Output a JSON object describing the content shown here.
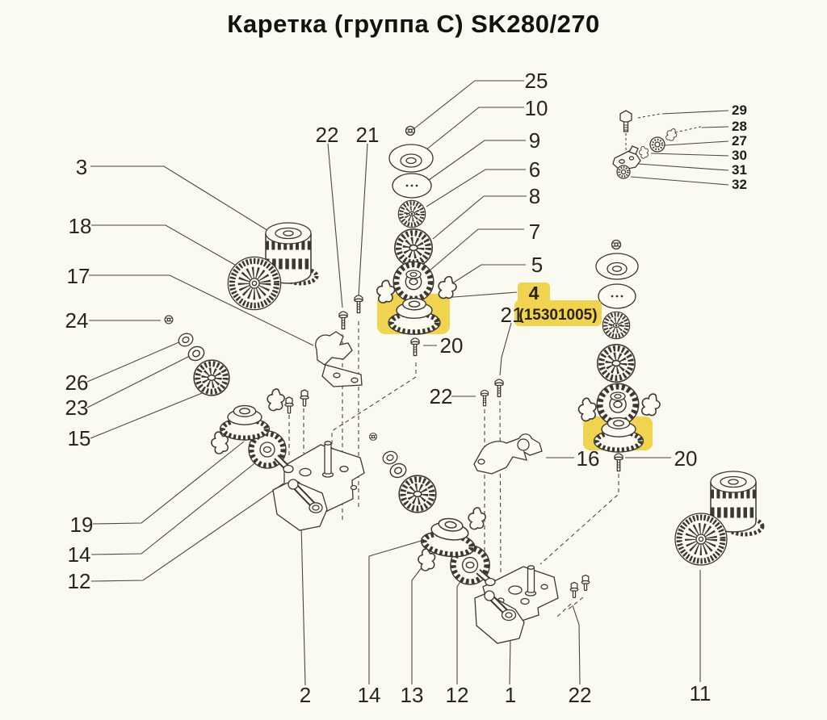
{
  "title": "Каретка (группа C) SK280/270",
  "highlight": {
    "number": "4",
    "code": "(15301005)",
    "color": "#F0D34E"
  },
  "labels": {
    "l3": "3",
    "l18": "18",
    "l17": "17",
    "l24": "24",
    "l26": "26",
    "l23": "23",
    "l15": "15",
    "l19": "19",
    "l14a": "14",
    "l12a": "12",
    "l22a": "22",
    "l21a": "21",
    "l25": "25",
    "l10": "10",
    "l9": "9",
    "l6": "6",
    "l8": "8",
    "l7": "7",
    "l5": "5",
    "l21b": "21",
    "l20a": "20",
    "l22b": "22",
    "l16": "16",
    "l20b": "20",
    "l29": "29",
    "l28": "28",
    "l27": "27",
    "l30": "30",
    "l31": "31",
    "l32": "32",
    "l2": "2",
    "l14b": "14",
    "l13": "13",
    "l12b": "12",
    "l1": "1",
    "l22c": "22",
    "l11": "11"
  }
}
